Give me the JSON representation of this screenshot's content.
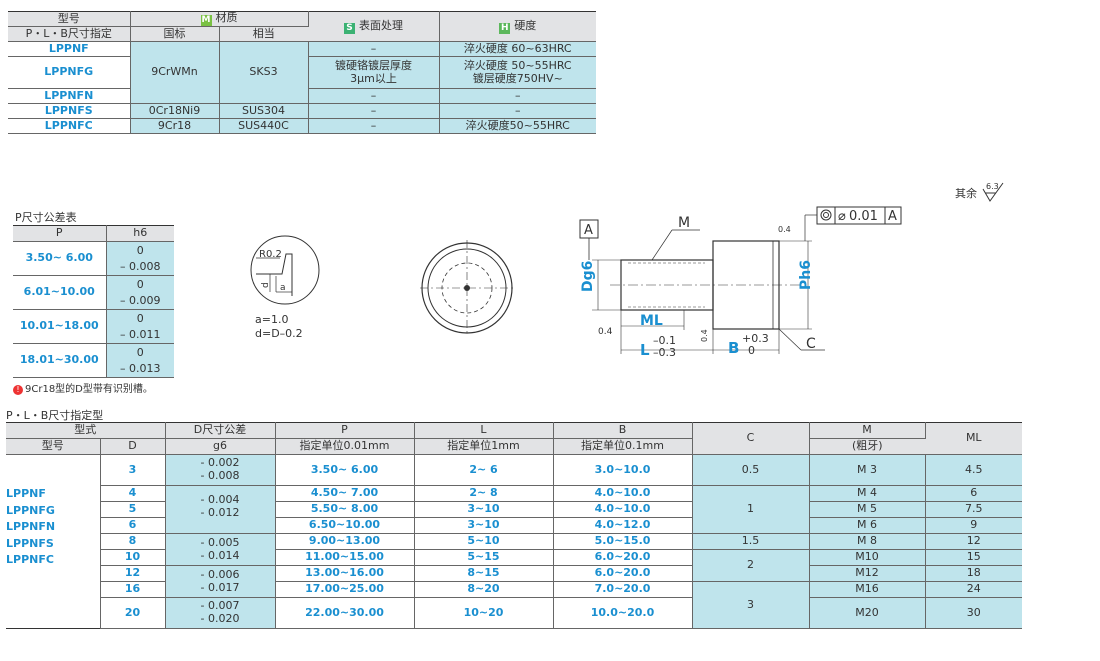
{
  "material_table": {
    "h_model": "型号",
    "h_material": "材质",
    "h_surface": "表面处理",
    "h_hardness": "硬度",
    "badge_material": "M",
    "badge_surface": "S",
    "badge_hardness": "H",
    "h_pbl": "P・L・B尺寸指定",
    "h_gb": "国标",
    "h_equiv": "相当",
    "rows": [
      {
        "model": "LPPNF",
        "surface": "–",
        "hardness": "淬火硬度 60~63HRC"
      },
      {
        "model": "LPPNFG",
        "gb": "9CrWMn",
        "equiv": "SKS3",
        "surface1": "镀硬铬镀层厚度",
        "surface2": "3μm以上",
        "hardness1": "淬火硬度 50~55HRC",
        "hardness2": "镀层硬度750HV~"
      },
      {
        "model": "LPPNFN",
        "surface": "–",
        "hardness": "–"
      },
      {
        "model": "LPPNFS",
        "gb": "0Cr18Ni9",
        "equiv": "SUS304",
        "surface": "–",
        "hardness": "–"
      },
      {
        "model": "LPPNFC",
        "gb": "9Cr18",
        "equiv": "SUS440C",
        "surface": "–",
        "hardness": "淬火硬度50~55HRC"
      }
    ]
  },
  "roughness_note": {
    "label": "其余",
    "value": "6.3"
  },
  "tolerance_table": {
    "title": "P尺寸公差表",
    "h_p": "P",
    "h_h6": "h6",
    "rows": [
      {
        "p": "3.50~ 6.00",
        "up": "0",
        "low": "– 0.008"
      },
      {
        "p": "6.01~10.00",
        "up": "0",
        "low": "– 0.009"
      },
      {
        "p": "10.01~18.00",
        "up": "0",
        "low": "– 0.011"
      },
      {
        "p": "18.01~30.00",
        "up": "0",
        "low": "– 0.013"
      }
    ],
    "note": "9Cr18型的D型带有识别槽。"
  },
  "detail": {
    "r": "R0.2",
    "d": "d",
    "a": "a",
    "f1": "a=1.0",
    "f2": "d=D–0.2"
  },
  "dims": {
    "A": "A",
    "M": "M",
    "Dg6": "Dg6",
    "Ph6": "Ph6",
    "ML": "ML",
    "L": "L",
    "L_up": "–0.1",
    "L_low": "–0.3",
    "B": "B",
    "B_up": "+0.3",
    "B_low": "0",
    "C": "C",
    "r04": "0.4",
    "tol": "0.01",
    "tolA": "A"
  },
  "main_table": {
    "title": "P・L・B尺寸指定型",
    "h_type": "型式",
    "h_model": "型号",
    "h_D": "D",
    "h_Dtol1": "D尺寸公差",
    "h_Dtol2": "g6",
    "h_P1": "P",
    "h_P2": "指定单位0.01mm",
    "h_L1": "L",
    "h_L2": "指定单位1mm",
    "h_B1": "B",
    "h_B2": "指定单位0.1mm",
    "h_C": "C",
    "h_M1": "M",
    "h_M2": "(粗牙)",
    "h_ML": "ML",
    "models": [
      "LPPNF",
      "LPPNFG",
      "LPPNFN",
      "LPPNFS",
      "LPPNFC"
    ],
    "rows": [
      {
        "D": "3",
        "tol1": "- 0.002",
        "tol2": "- 0.008",
        "P": "3.50~ 6.00",
        "L": "2~ 6",
        "B": "3.0~10.0",
        "C": "0.5",
        "M": "M 3",
        "ML": "4.5"
      },
      {
        "D": "4",
        "P": "4.50~ 7.00",
        "L": "2~ 8",
        "B": "4.0~10.0",
        "M": "M 4",
        "ML": "6"
      },
      {
        "D": "5",
        "P": "5.50~ 8.00",
        "L": "3~10",
        "B": "4.0~10.0",
        "M": "M 5",
        "ML": "7.5"
      },
      {
        "D": "6",
        "P": "6.50~10.00",
        "L": "3~10",
        "B": "4.0~12.0",
        "M": "M 6",
        "ML": "9"
      },
      {
        "D": "8",
        "P": "9.00~13.00",
        "L": "5~10",
        "B": "5.0~15.0",
        "M": "M 8",
        "ML": "12"
      },
      {
        "D": "10",
        "P": "11.00~15.00",
        "L": "5~15",
        "B": "6.0~20.0",
        "M": "M10",
        "ML": "15"
      },
      {
        "D": "12",
        "P": "13.00~16.00",
        "L": "8~15",
        "B": "6.0~20.0",
        "M": "M12",
        "ML": "18"
      },
      {
        "D": "16",
        "P": "17.00~25.00",
        "L": "8~20",
        "B": "7.0~20.0",
        "M": "M16",
        "ML": "24"
      },
      {
        "D": "20",
        "P": "22.00~30.00",
        "L": "10~20",
        "B": "10.0~20.0",
        "M": "M20",
        "ML": "30"
      }
    ],
    "tol_groups": [
      {
        "a": "- 0.004",
        "b": "- 0.012"
      },
      {
        "a": "- 0.005",
        "b": "- 0.014"
      },
      {
        "a": "- 0.006",
        "b": "- 0.017"
      },
      {
        "a": "- 0.007",
        "b": "- 0.020"
      }
    ],
    "c_groups": [
      "1",
      "1.5",
      "2",
      "3"
    ]
  },
  "colors": {
    "material": "#7ac143",
    "surface": "#3bb273",
    "hardness": "#5cb85c",
    "accent": "#1a8fd0",
    "cell": "#bfe4ec"
  }
}
